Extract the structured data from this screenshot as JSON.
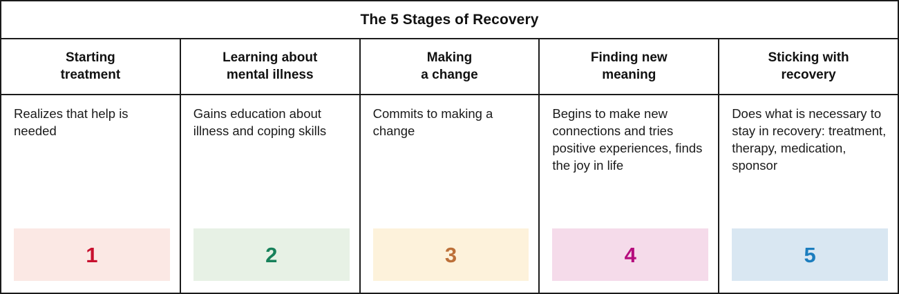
{
  "title": "The 5 Stages of Recovery",
  "columns": [
    {
      "header": "Starting\ntreatment",
      "body": "Realizes that help is needed",
      "number": "1",
      "number_color": "#C8102E",
      "badge_bg": "#FBE8E4"
    },
    {
      "header": "Learning about\nmental illness",
      "body": "Gains education about illness and coping skills",
      "number": "2",
      "number_color": "#17815A",
      "badge_bg": "#E7F1E5"
    },
    {
      "header": "Making\na change",
      "body": "Commits to making a change",
      "number": "3",
      "number_color": "#BC7039",
      "badge_bg": "#FDF2DB"
    },
    {
      "header": "Finding new\nmeaning",
      "body": "Begins to make new connections and tries positive experiences, finds the joy in life",
      "number": "4",
      "number_color": "#B50C7D",
      "badge_bg": "#F5DBEA"
    },
    {
      "header": "Sticking with\nrecovery",
      "body": "Does what is necessary to stay in recovery: treatment, therapy, medication, sponsor",
      "number": "5",
      "number_color": "#1B7DBE",
      "badge_bg": "#D9E7F2"
    }
  ],
  "chart_data": {
    "type": "table",
    "title": "The 5 Stages of Recovery",
    "categories": [
      "Starting treatment",
      "Learning about mental illness",
      "Making a change",
      "Finding new meaning",
      "Sticking with recovery"
    ],
    "values": [
      1,
      2,
      3,
      4,
      5
    ],
    "descriptions": [
      "Realizes that help is needed",
      "Gains education about illness and coping skills",
      "Commits to making a change",
      "Begins to make new connections and tries positive experiences, finds the joy in life",
      "Does what is necessary to stay in recovery: treatment, therapy, medication, sponsor"
    ],
    "colors": [
      "#C8102E",
      "#17815A",
      "#BC7039",
      "#B50C7D",
      "#1B7DBE"
    ],
    "xlabel": "",
    "ylabel": "",
    "grid": true,
    "legend": "none"
  }
}
